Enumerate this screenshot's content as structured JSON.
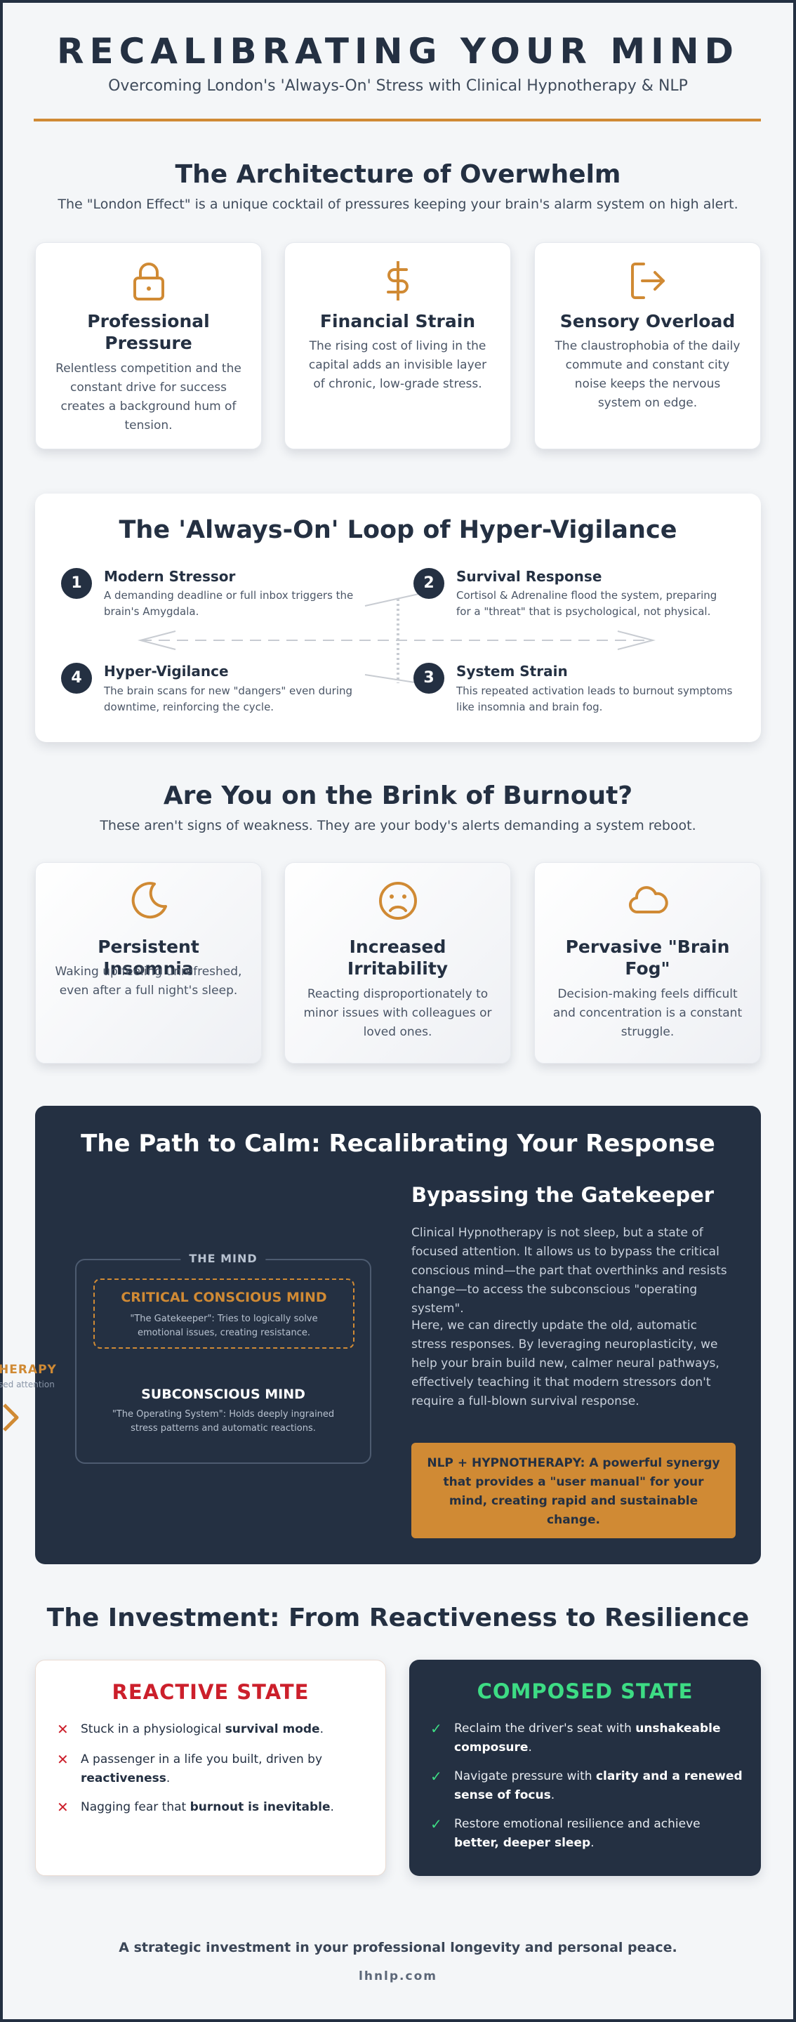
{
  "header": {
    "title": "RECALIBRATING YOUR MIND",
    "subtitle": "Overcoming London's 'Always-On' Stress with Clinical Hypnotherapy & NLP"
  },
  "architecture": {
    "title": "The Architecture of Overwhelm",
    "subtitle": "The \"London Effect\" is a unique cocktail of pressures keeping your brain's alarm system on high alert.",
    "cards": [
      {
        "icon": "lock-icon",
        "title": "Professional Pressure",
        "text": "Relentless competition and the constant drive for success creates a background hum of tension."
      },
      {
        "icon": "dollar-icon",
        "title": "Financial Strain",
        "text": "The rising cost of living in the capital adds an invisible layer of chronic, low-grade stress."
      },
      {
        "icon": "exit-icon",
        "title": "Sensory Overload",
        "text": "The claustrophobia of the daily commute and constant city noise keeps the nervous system on edge."
      }
    ]
  },
  "loop": {
    "title": "The 'Always-On' Loop of Hyper-Vigilance",
    "steps": [
      {
        "num": "1",
        "title": "Modern Stressor",
        "text": "A demanding deadline or full inbox triggers the brain's Amygdala."
      },
      {
        "num": "2",
        "title": "Survival Response",
        "text": "Cortisol & Adrenaline flood the system, preparing for a \"threat\" that is psychological, not physical."
      },
      {
        "num": "4",
        "title": "Hyper-Vigilance",
        "text": "The brain scans for new \"dangers\" even during downtime, reinforcing the cycle."
      },
      {
        "num": "3",
        "title": "System Strain",
        "text": "This repeated activation leads to burnout symptoms like insomnia and brain fog."
      }
    ]
  },
  "burnout": {
    "title": "Are You on the Brink of Burnout?",
    "subtitle": "These aren't signs of weakness. They are your body's alerts demanding a system reboot.",
    "cards": [
      {
        "icon": "moon-icon",
        "title": "Persistent Insomnia",
        "text": "Waking up feeling unrefreshed, even after a full night's sleep."
      },
      {
        "icon": "frown-icon",
        "title": "Increased Irritability",
        "text": "Reacting disproportionately to minor issues with colleagues or loved ones."
      },
      {
        "icon": "cloud-icon",
        "title": "Pervasive \"Brain Fog\"",
        "text": "Decision-making feels difficult and concentration is a constant struggle."
      }
    ]
  },
  "path": {
    "title": "The Path to Calm: Recalibrating Your Response",
    "mind_label": "THE MIND",
    "critical_title": "CRITICAL CONSCIOUS MIND",
    "critical_text": "\"The Gatekeeper\": Tries to logically solve emotional issues, creating resistance.",
    "sub_title": "SUBCONSCIOUS MIND",
    "sub_text": "\"The Operating System\": Holds deeply ingrained stress patterns and automatic reactions.",
    "hypno_label": "HERAPY",
    "hypno_sub": "sed attention",
    "h3": "Bypassing the Gatekeeper",
    "p1": "Clinical Hypnotherapy is not sleep, but a state of focused attention. It allows us to bypass the critical conscious mind—the part that overthinks and resists change—to access the subconscious \"operating system\".",
    "p2": "Here, we can directly update the old, automatic stress responses. By leveraging neuroplasticity, we help your brain build new, calmer neural pathways, effectively teaching it that modern stressors don't require a full-blown survival response.",
    "callout": "NLP + HYPNOTHERAPY: A powerful synergy that provides a \"user manual\" for your mind, creating rapid and sustainable change."
  },
  "investment": {
    "title": "The Investment: From Reactiveness to Resilience",
    "reactive": {
      "title": "REACTIVE STATE",
      "items": [
        {
          "pre": "Stuck in a physiological ",
          "bold": "survival mode",
          "post": "."
        },
        {
          "pre": "A passenger in a life you built, driven by ",
          "bold": "reactiveness",
          "post": "."
        },
        {
          "pre": "Nagging fear that ",
          "bold": "burnout is inevitable",
          "post": "."
        }
      ]
    },
    "composed": {
      "title": "COMPOSED STATE",
      "items": [
        {
          "pre": "Reclaim the driver's seat with ",
          "bold": "unshakeable composure",
          "post": "."
        },
        {
          "pre": "Navigate pressure with ",
          "bold": "clarity and a renewed sense of focus",
          "post": "."
        },
        {
          "pre": "Restore emotional resilience and achieve ",
          "bold": "better, deeper sleep",
          "post": "."
        }
      ]
    }
  },
  "footer": {
    "tagline": "A strategic investment in your professional longevity and personal peace.",
    "url": "lhnlp.com"
  },
  "colors": {
    "navy": "#243042",
    "accent": "#d08a34",
    "reactive_red": "#cc1f2b",
    "composed_green": "#3ddc84",
    "background": "#f4f6f8"
  }
}
